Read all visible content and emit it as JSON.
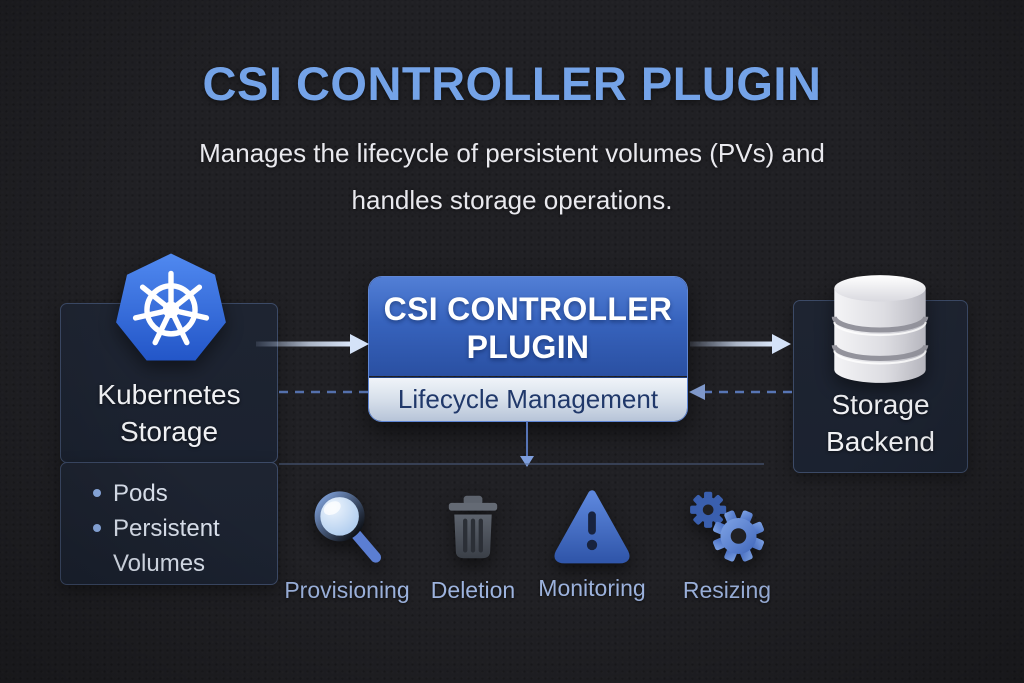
{
  "header": {
    "title": "CSI CONTROLLER PLUGIN",
    "subtitle_line1": "Manages the lifecycle of persistent volumes (PVs) and",
    "subtitle_line2": "handles storage operations."
  },
  "nodes": {
    "kubernetes": {
      "icon": "kubernetes-helm-icon",
      "label_line1": "Kubernetes",
      "label_line2": "Storage",
      "items": [
        "Pods",
        "Persistent Volumes"
      ]
    },
    "controller": {
      "title_line1": "CSI CONTROLLER",
      "title_line2": "PLUGIN",
      "sub_label": "Lifecycle Management"
    },
    "storage": {
      "icon": "database-cylinder-icon",
      "label_line1": "Storage",
      "label_line2": "Backend"
    }
  },
  "operations": [
    {
      "icon": "magnifier-icon",
      "label": "Provisioning"
    },
    {
      "icon": "trash-icon",
      "label": "Deletion"
    },
    {
      "icon": "warning-triangle-icon",
      "label": "Monitoring"
    },
    {
      "icon": "gears-icon",
      "label": "Resizing"
    }
  ],
  "colors": {
    "background": "#202024",
    "title_blue": "#74a3e8",
    "subtitle_text": "#e9e9ee",
    "panel_bg": "#1d2330",
    "panel_border": "#3c4a66",
    "center_box_top": "#527fd6",
    "center_box_bottom": "#2a50a2",
    "lifecycle_bg": "#d9e1ec",
    "lifecycle_text": "#20386a",
    "arrow_bright": "#d9e6f9",
    "dashed_line": "#5e7fc4",
    "ops_label": "#9db3de",
    "kubernetes_blue": "#3b6de0"
  }
}
